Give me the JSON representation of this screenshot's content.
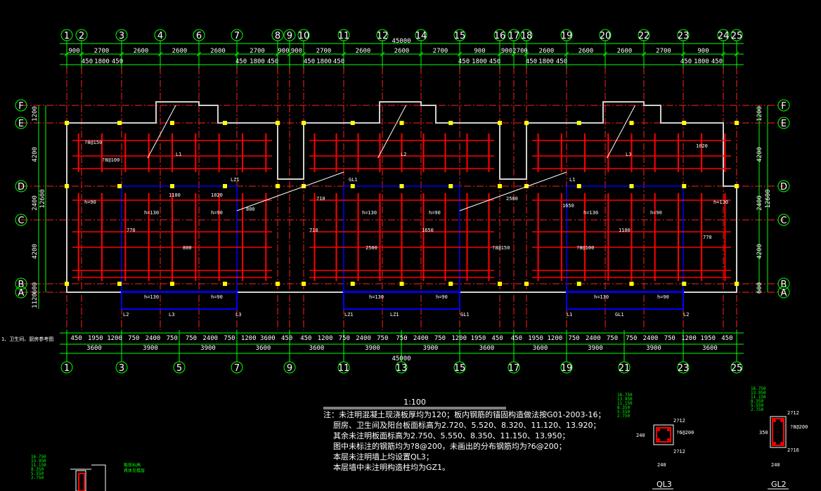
{
  "top_axes": [
    "1",
    "2",
    "3",
    "4",
    "6",
    "7",
    "8",
    "9",
    "10",
    "11",
    "12",
    "14",
    "15",
    "16",
    "17",
    "18",
    "19",
    "20",
    "22",
    "23",
    "24",
    "25"
  ],
  "bottom_axes": [
    "1",
    "3",
    "5",
    "7",
    "9",
    "11",
    "13",
    "15",
    "17",
    "19",
    "21",
    "23",
    "25"
  ],
  "left_axes": [
    "F",
    "E",
    "D",
    "C",
    "B",
    "A"
  ],
  "total_dim": "45000",
  "top_dims_row1": [
    "900",
    "2700",
    "2600",
    "2600",
    "2600",
    "2700",
    "900",
    "900",
    "2700",
    "2600",
    "2600",
    "2700",
    "900",
    "900",
    "2700",
    "2600",
    "2600",
    "2600",
    "2700",
    "900"
  ],
  "top_dims_row2": [
    "450",
    "1800",
    "450",
    "450",
    "1800",
    "450",
    "450",
    "1800",
    "450",
    "450",
    "1800",
    "450",
    "450",
    "1800",
    "450",
    "450",
    "1800",
    "450"
  ],
  "bottom_dims_row1": [
    "450",
    "1950",
    "1200",
    "750",
    "2400",
    "750",
    "750",
    "2400",
    "750",
    "1200",
    "3600",
    "450",
    "450",
    "1200",
    "750",
    "2400",
    "750",
    "750",
    "2400",
    "750",
    "1200",
    "1950",
    "450",
    "450",
    "1950",
    "1200",
    "750",
    "2400",
    "750",
    "750",
    "2400",
    "750",
    "1200",
    "1950",
    "450"
  ],
  "bottom_dims_row2": [
    "3600",
    "3900",
    "3900",
    "3600",
    "3600",
    "3900",
    "3900",
    "3600",
    "3600",
    "3900",
    "3900",
    "3600"
  ],
  "left_dims": [
    "1200",
    "4200",
    "2400",
    "4200",
    "600",
    "1120"
  ],
  "left_total": "12600",
  "right_dims": [
    "1200",
    "4200",
    "2400",
    "4200",
    "600"
  ],
  "right_total": "12600",
  "scale": "1:100",
  "notes": [
    "注：未注明混凝土现浇板厚均为120；板内钢筋的锚固构造做法按G01-2003-16；",
    "厨房、卫生间及阳台板面标高为2.720、5.520、8.320、11.120、13.920；",
    "其余未注明板面标高为2.750、5.550、8.350、11.150、13.950；",
    "图中未标注的钢筋均为?8@200，未画出的分布钢筋均为?6@200；",
    "本层未注明墙上均设置QL3；",
    "本层墙中未注明构造柱均为GZ1。"
  ],
  "section_ql3": {
    "title": "QL3",
    "width": "240",
    "height": "240",
    "top_bar": "2?12",
    "stirrup": "?6@200",
    "bottom_bar": "2?12"
  },
  "section_gl2": {
    "title": "GL2",
    "width": "240",
    "height": "350",
    "top_bar": "2?12",
    "stirrup": "?8@200",
    "bottom_bar": "2?16"
  },
  "elev_levels": [
    "16.750",
    "13.950",
    "11.150",
    "8.350",
    "5.550",
    "2.750"
  ],
  "slab_labels": [
    "h=90",
    "h=130",
    "h=90",
    "h=130",
    "h=90",
    "h=130"
  ],
  "rebar_labels": [
    "?8@150",
    "?8@100",
    "1100",
    "1020",
    "770",
    "800",
    "710",
    "2500",
    "1650"
  ],
  "beam_labels": [
    "L1",
    "L2",
    "L3",
    "LZ1",
    "GL1"
  ],
  "side_note": "1、卫生间、厨房参考图",
  "colors": {
    "grid": "#ff2020",
    "axis": "#00ff00",
    "rebar": "#ff0000",
    "wall": "#ffff00",
    "slab": "#0000ff",
    "text": "#ffffff"
  }
}
